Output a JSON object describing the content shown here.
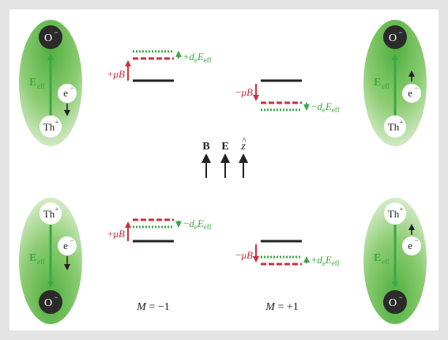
{
  "colors": {
    "red": "#c8323c",
    "green": "#3aa845",
    "black": "#222222",
    "ellipse_dark": "#5cb848",
    "ellipse_light": "#e4f2dc",
    "frame_bg": "#e4e4e4"
  },
  "molecule": {
    "oxygen": "O",
    "thorium": "Th",
    "ion_plus": "+",
    "ion_minus": "−",
    "electron": "e",
    "field_main": "E",
    "field_sub": "eff"
  },
  "shift": {
    "zeeman_mu": "μ",
    "zeeman_B": "B",
    "plus_sign": "+",
    "minus_sign": "−",
    "edm_d": "d",
    "edm_e": "e",
    "edm_E": "E",
    "edm_eff": "eff"
  },
  "center_axes": {
    "B": "B",
    "E": "E",
    "z": "z",
    "z_hat": "^"
  },
  "bottom_labels": {
    "M": "M",
    "left_value": " = −1",
    "right_value": " = +1"
  }
}
